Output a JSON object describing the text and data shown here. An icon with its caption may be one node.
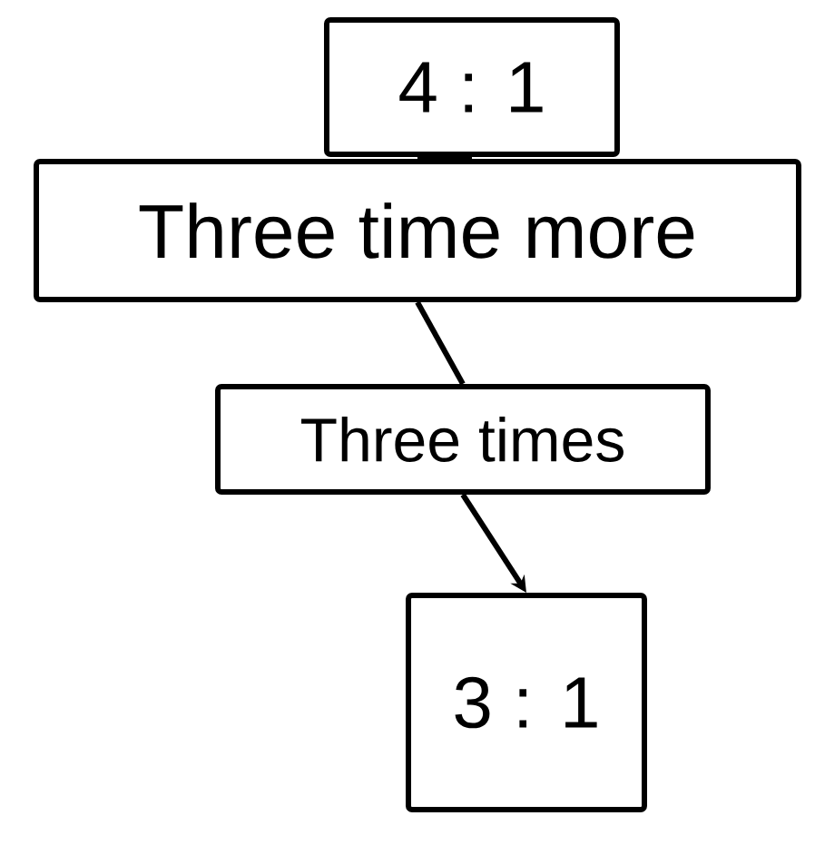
{
  "diagram": {
    "nodes": [
      {
        "text": [
          "4 : 1"
        ]
      },
      {
        "text": [
          "Three time more"
        ]
      },
      {
        "text": [
          "Three times"
        ]
      },
      {
        "text": [
          "3 : 1"
        ]
      }
    ],
    "edges": [
      {
        "from": 0,
        "to": 1,
        "arrow": "none"
      },
      {
        "from": 1,
        "to": 2,
        "arrow": "none"
      },
      {
        "from": 2,
        "to": 3,
        "arrow": "to"
      }
    ]
  }
}
